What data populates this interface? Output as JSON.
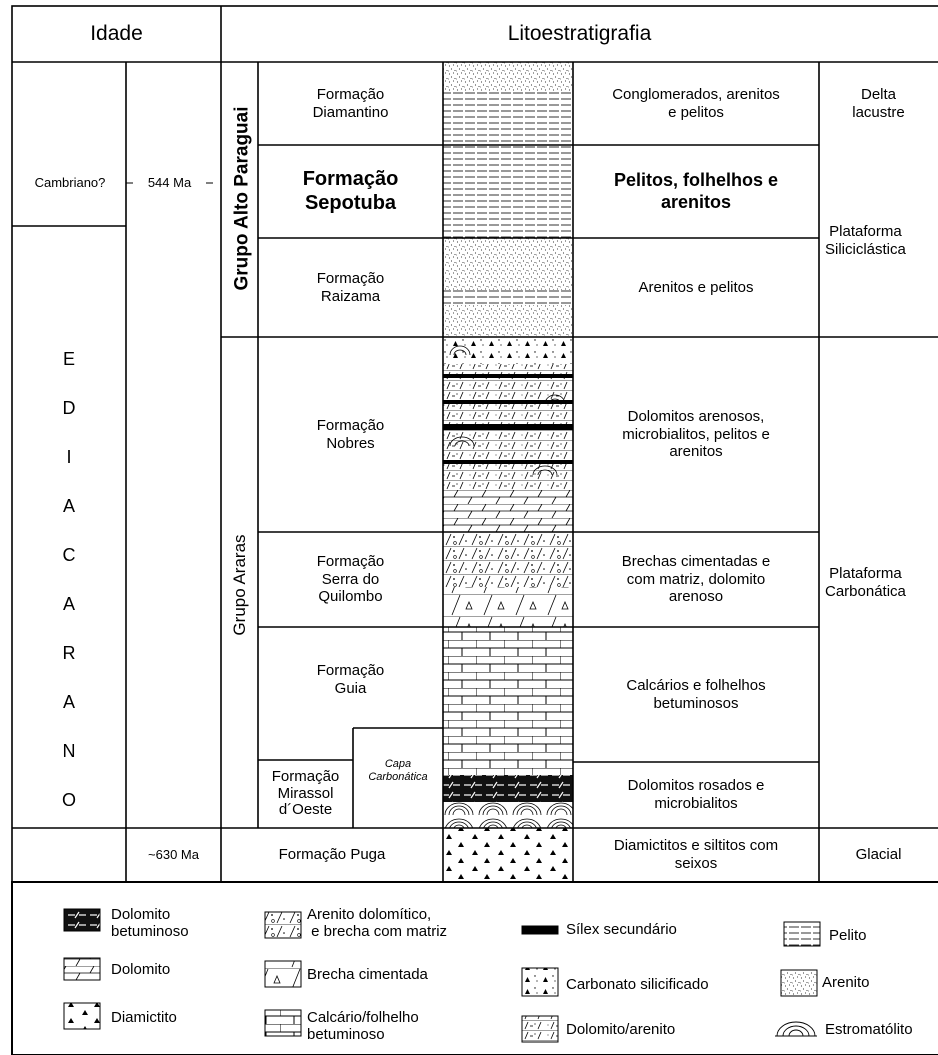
{
  "header": {
    "age": "Idade",
    "lithostratigraphy": "Litoestratigrafia"
  },
  "age": {
    "cambrian": "Cambriano?",
    "ma544": "544 Ma",
    "ma630": "~630 Ma",
    "ediacaran_letters": [
      "E",
      "D",
      "I",
      "A",
      "C",
      "A",
      "R",
      "A",
      "N",
      "O"
    ]
  },
  "groups": {
    "alto_paraguai": "Grupo Alto Paraguai",
    "araras": "Grupo Araras"
  },
  "formations": {
    "diamantino": "Formação\nDiamantino",
    "sepotuba": "Formação\nSepotuba",
    "raizama": "Formação\nRaizama",
    "nobres": "Formação\nNobres",
    "serra_do_quilombo": "Formação\nSerra do\nQuilombo",
    "guia": "Formação\nGuia",
    "mirassol": "Formação\nMirassol\nd´Oeste",
    "capa": "Capa\nCarbonática",
    "puga": "Formação Puga"
  },
  "lithology": {
    "diamantino": "Conglomerados, arenitos\ne pelitos",
    "sepotuba": "Pelitos, folhelhos e\narenitos",
    "raizama": "Arenitos e pelitos",
    "nobres": "Dolomitos arenosos,\nmicrobialitos, pelitos e\narenitos",
    "serra_do_quilombo": "Brechas cimentadas e\ncom matriz, dolomito\narenoso",
    "guia": "Calcários e folhelhos\nbetuminosos",
    "mirassol": "Dolomitos rosados e\nmicrobialitos",
    "puga": "Diamictitos e siltitos com\nseixos"
  },
  "environments": {
    "delta": "Delta\nlacustre",
    "siliciclastic": "Plataforma\nSiliciclástica",
    "carbonate": "Plataforma\nCarbonática",
    "glacial": "Glacial"
  },
  "legend": {
    "dolomito_betuminoso": "Dolomito\nbetuminoso",
    "dolomito": "Dolomito",
    "diamictito": "Diamictito",
    "arenito_dolomitico": "Arenito dolomítico,\n e brecha com matriz",
    "brecha_cimentada": "Brecha cimentada",
    "calcario": "Calcário/folhelho\nbetuminoso",
    "silex": "Sílex secundário",
    "carbonato_silicificado": "Carbonato silicificado",
    "dolomito_arenito": "Dolomito/arenito",
    "pelito": "Pelito",
    "arenito": "Arenito",
    "estromatolito": "Estromatólito"
  }
}
